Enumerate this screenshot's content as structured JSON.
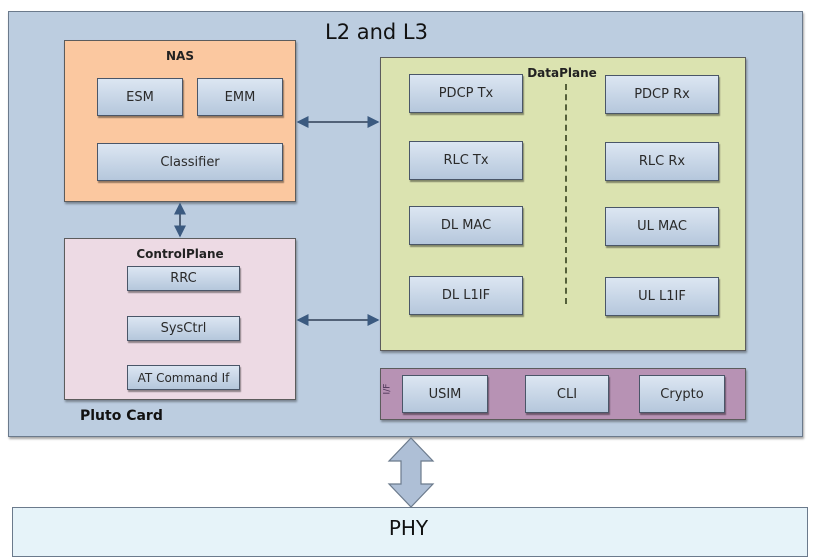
{
  "diagram": {
    "title": "L2 and L3",
    "container_label": "Pluto Card",
    "bottom_layer": "PHY",
    "nas": {
      "label": "NAS",
      "modules": [
        "ESM",
        "EMM",
        "Classifier"
      ]
    },
    "control_plane": {
      "label": "ControlPlane",
      "modules": [
        "RRC",
        "SysCtrl",
        "AT Command If"
      ]
    },
    "data_plane": {
      "label": "DataPlane",
      "tx_modules": [
        "PDCP Tx",
        "RLC Tx",
        "DL MAC",
        "DL L1IF"
      ],
      "rx_modules": [
        "PDCP Rx",
        "RLC Rx",
        "UL MAC",
        "UL L1IF"
      ]
    },
    "interfaces": {
      "label": "I/F",
      "modules": [
        "USIM",
        "CLI",
        "Crypto"
      ]
    },
    "connections": [
      {
        "from": "NAS",
        "to": "DataPlane",
        "type": "bidirectional"
      },
      {
        "from": "NAS",
        "to": "ControlPlane",
        "type": "bidirectional"
      },
      {
        "from": "ControlPlane",
        "to": "DataPlane",
        "type": "bidirectional"
      },
      {
        "from": "Pluto Card",
        "to": "PHY",
        "type": "bidirectional-block"
      }
    ],
    "colors": {
      "container": "#bccde0",
      "nas": "#fbc8a0",
      "control_plane": "#eddae4",
      "data_plane": "#dbe3b0",
      "interfaces": "#b792b4",
      "module": "#c8d6e8",
      "phy": "#e6f3f9"
    }
  }
}
